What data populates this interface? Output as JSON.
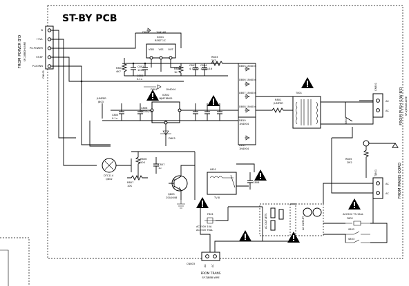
{
  "title": "ST-BY PCB",
  "left_connector": {
    "side_label": "FROM POWER B'D",
    "part": "SP-2JEBDH-WRE",
    "name": "CN001",
    "pins": [
      "B",
      "+5VL",
      "PS-POWER",
      "ST-BY",
      "P-DOWN"
    ]
  },
  "right_connector_push": {
    "side_label": "FROM PUSH S/W B'D",
    "part": "SP-2JESDB-WRE",
    "name": "CN801",
    "pins": [
      "AC",
      "AC"
    ]
  },
  "right_connector_mains": {
    "side_label": "FROM MAINS CORD",
    "name": "TJ801",
    "pins": [
      "AC",
      "AC"
    ]
  },
  "bottom_connector": {
    "name": "CN803",
    "pins": [
      "AC",
      "AC"
    ],
    "caption": "FROM TRANS",
    "part": "SP-TJBBB-WRE"
  },
  "components": {
    "ic801": {
      "ref": "IC801",
      "desc": "RESET-IC",
      "pins": [
        "VDD",
        "VSS",
        "OUT"
      ]
    },
    "ic802": {
      "ref": "IC802",
      "desc": "NJM78M05"
    },
    "d802": {
      "ref": "D802",
      "part": "1N4148"
    },
    "d804": {
      "ref": "D804",
      "part": "1N4004"
    },
    "r801": {
      "ref": "R801",
      "value": "4K7"
    },
    "r802": {
      "ref": "R802",
      "value": "1K"
    },
    "r803": {
      "ref": "R803",
      "value": "2K2"
    },
    "r804": {
      "ref": "R804",
      "value": "4K7"
    },
    "r805": {
      "ref": "R805",
      "value": "2M2"
    },
    "r806": {
      "ref": "R806",
      "value": "10K"
    },
    "r807": {
      "ref": "R807",
      "value": "10K"
    },
    "c801": {
      "ref": "C801",
      "value": "100u"
    },
    "c802": {
      "ref": "C802",
      "value": "0.1u"
    },
    "c803": {
      "ref": "C803",
      "value": "4.7u/50"
    },
    "c804": {
      "ref": "C804",
      "value": "1000u/16"
    },
    "c805": {
      "ref": "C805",
      "value": "0.1u"
    },
    "c806": {
      "ref": "C806",
      "value": "2200u/25"
    },
    "c807": {
      "ref": "C807",
      "value": "1u"
    },
    "jumper_left": {
      "ref": "JUMPER",
      "sub": "J803"
    },
    "jumper_right": {
      "ref": "JUMPER",
      "sub": "R801"
    },
    "bridge_diodes": [
      "D805 1N4004",
      "D806 1N4004",
      "D807 1N4004",
      "D808 1N4004"
    ],
    "d810": {
      "ref": "D810",
      "part": "1N4004"
    },
    "d811": {
      "ref": "D811",
      "part": "1N4004"
    },
    "thermistor": {
      "ref": "DTC114",
      "sub": "Q802"
    },
    "q803": {
      "ref": "Q803",
      "part": "2SA1648"
    },
    "d803": {
      "ref": "D803",
      "part": "1N4004"
    },
    "relay": {
      "ref": "L801",
      "value": "TV-8"
    },
    "c808": {
      "ref": "C808",
      "value": "10u"
    },
    "fuse_f801": {
      "ref": "F801",
      "rating": "AC250V 10A",
      "rating2": "AC250V T6AL"
    },
    "fuse_f802": {
      "ref": "F802",
      "rating": "AC250V T3.15AL"
    },
    "outlets": [
      "AC OUTLETS",
      "AC OUTLET"
    ],
    "t801": {
      "ref": "T801"
    },
    "sw": {
      "ref": "S801"
    },
    "sw2": {
      "ref": "S802"
    },
    "sw3": {
      "ref": "S803"
    },
    "tj": {
      "ref": "TJ801"
    }
  },
  "warning_count": 8
}
